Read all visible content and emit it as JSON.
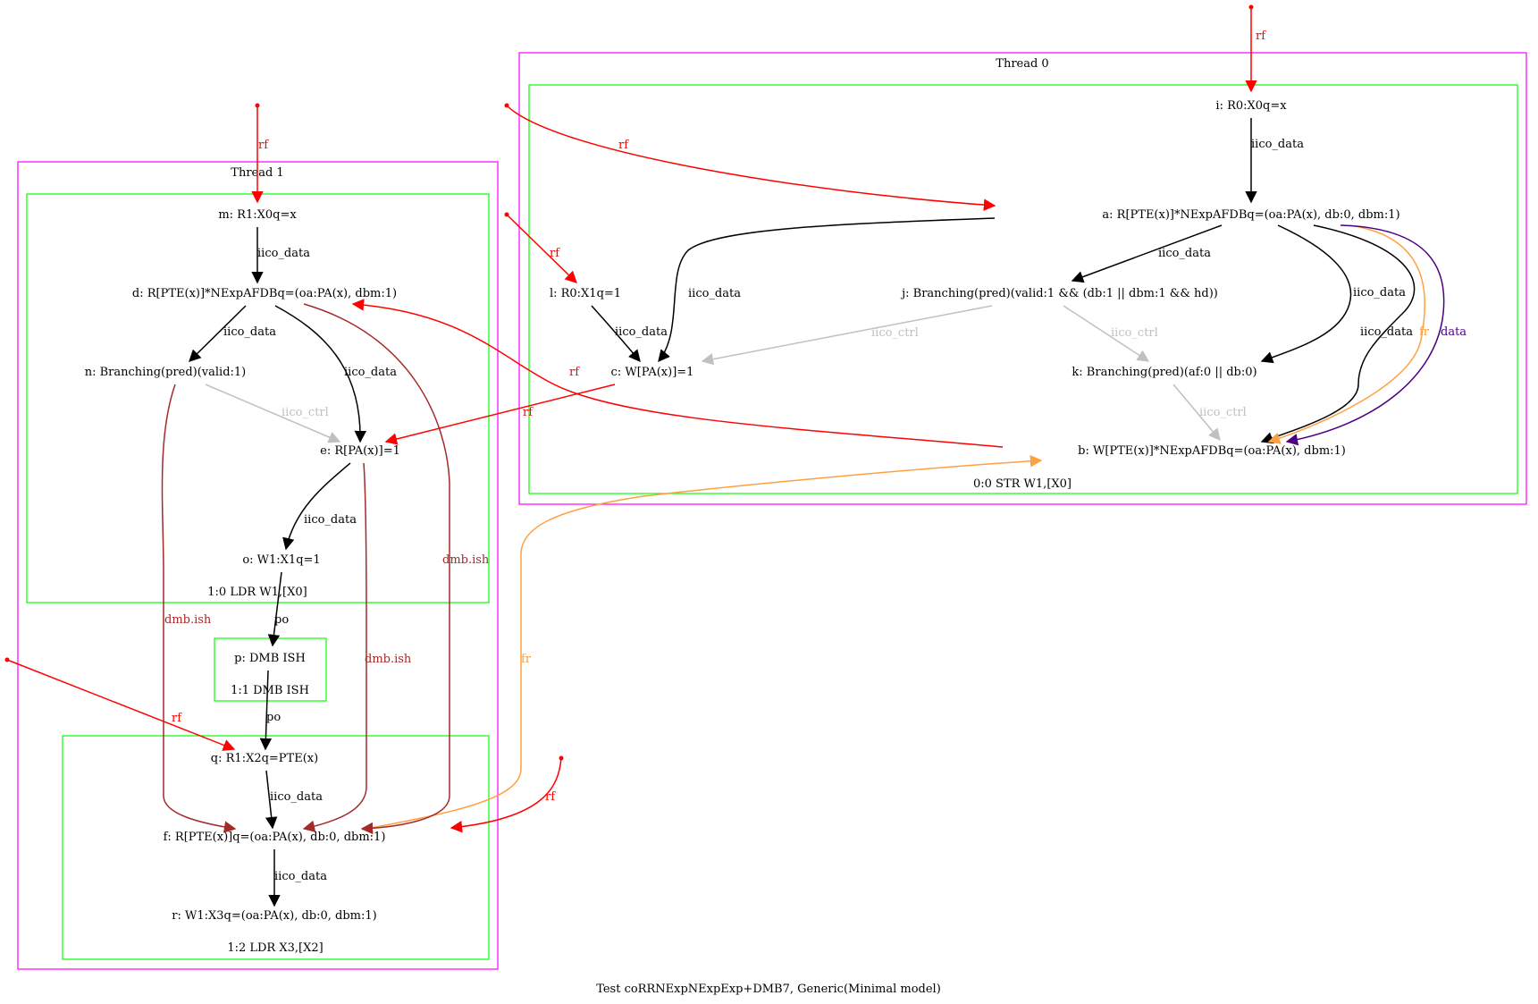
{
  "caption": "Test coRRNExpNExpExp+DMB7, Generic(Minimal model)",
  "colors": {
    "thread_box": "#ff00ff",
    "instr_box": "#00ff00",
    "rf": "#ff0000",
    "iico_data": "#000000",
    "iico_ctrl": "#c0c0c0",
    "dmb": "#a52a2a",
    "fr": "#ffa040",
    "data": "#4b0082"
  },
  "threads": {
    "t0": {
      "label": "Thread 0",
      "instr": "0:0 STR W1,[X0]"
    },
    "t1": {
      "label": "Thread 1",
      "instr0": "1:0 LDR W1,[X0]",
      "instr1": "1:1 DMB ISH",
      "instr2": "1:2 LDR X3,[X2]"
    }
  },
  "nodes": {
    "i": "i: R0:X0q=x",
    "a": "a: R[PTE(x)]*NExpAFDBq=(oa:PA(x), db:0, dbm:1)",
    "l": "l: R0:X1q=1",
    "j": "j: Branching(pred)(valid:1 && (db:1 || dbm:1 && hd))",
    "c": "c: W[PA(x)]=1",
    "k": "k: Branching(pred)(af:0 || db:0)",
    "b": "b: W[PTE(x)]*NExpAFDBq=(oa:PA(x), dbm:1)",
    "m": "m: R1:X0q=x",
    "d": "d: R[PTE(x)]*NExpAFDBq=(oa:PA(x), dbm:1)",
    "n": "n: Branching(pred)(valid:1)",
    "e": "e: R[PA(x)]=1",
    "o": "o: W1:X1q=1",
    "p": "p: DMB ISH",
    "q": "q: R1:X2q=PTE(x)",
    "f": "f: R[PTE(x)]q=(oa:PA(x), db:0, dbm:1)",
    "r": "r: W1:X3q=(oa:PA(x), db:0, dbm:1)"
  },
  "edge_labels": {
    "rf": "rf",
    "iico_data": "iico_data",
    "iico_ctrl": "iico_ctrl",
    "dmb_ish": "dmb.ish",
    "po": "po",
    "fr": "fr",
    "data": "data"
  }
}
